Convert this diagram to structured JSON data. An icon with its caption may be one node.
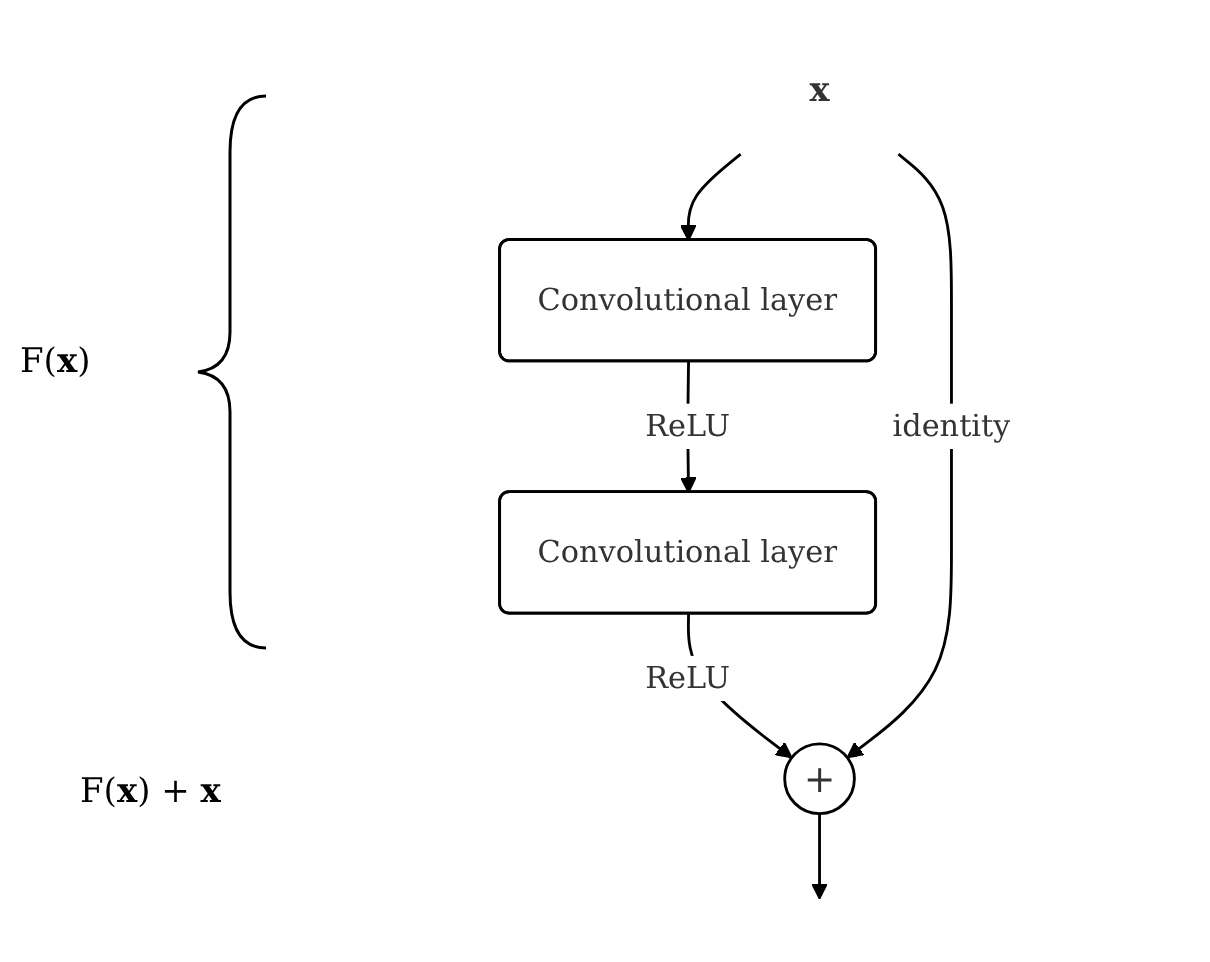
{
  "diagram": {
    "nodes": [
      {
        "text": [
          "x"
        ]
      },
      {
        "text": [
          "Convolutional layer"
        ]
      },
      {
        "text": [
          "Convolutional layer"
        ]
      },
      {
        "text": [
          "+"
        ]
      }
    ],
    "edges": [
      {
        "from": 0,
        "to": 1,
        "arrow": "to"
      },
      {
        "from": 1,
        "to": 2,
        "arrow": "to",
        "label": "ReLU"
      },
      {
        "from": 2,
        "to": 3,
        "arrow": "to",
        "label": "ReLU"
      },
      {
        "from": 0,
        "to": 3,
        "arrow": "to",
        "label": "identity"
      },
      {
        "from": 3,
        "to": null,
        "arrow": "to"
      }
    ],
    "labels": [
      "F(**x**)",
      "F(**x**) + **x**"
    ]
  }
}
